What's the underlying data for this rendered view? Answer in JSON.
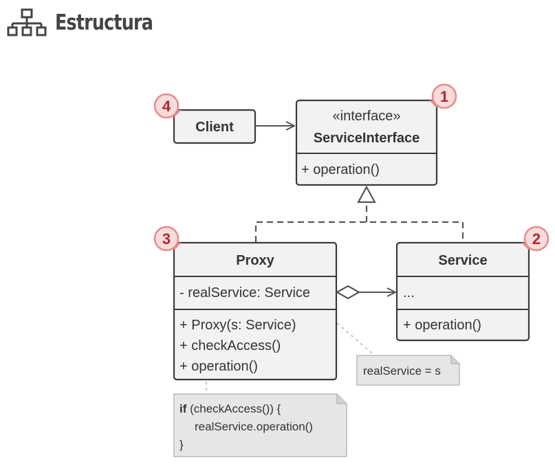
{
  "heading": {
    "title": "Estructura",
    "icon": "hierarchy-icon"
  },
  "diagram": {
    "service_interface": {
      "stereotype": "«interface»",
      "name": "ServiceInterface",
      "method": "+ operation()",
      "badge": "1"
    },
    "client": {
      "name": "Client",
      "badge": "4"
    },
    "proxy": {
      "name": "Proxy",
      "badge": "3",
      "field": "- realService: Service",
      "methods": [
        "+ Proxy(s: Service)",
        "+ checkAccess()",
        "+ operation()"
      ]
    },
    "service": {
      "name": "Service",
      "field": "...",
      "method": "+ operation()",
      "badge": "2"
    },
    "note_constructor": "realService = s",
    "note_operation": {
      "keyword": "if",
      "line1_rest": " (checkAccess()) {",
      "line2": "realService.operation()",
      "line3": "}"
    }
  },
  "colors": {
    "badge_fill": "#f7dcdc",
    "badge_stroke": "#e88a8a",
    "badge_text": "#b3262c",
    "box_fill": "#f2f2f2",
    "note_fill": "#e6e6e6"
  }
}
